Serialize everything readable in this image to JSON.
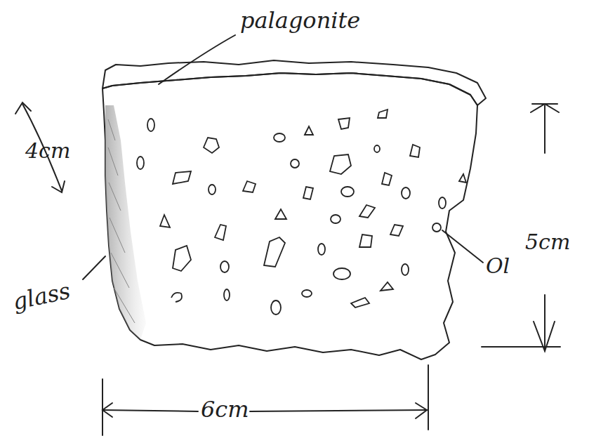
{
  "diagram": {
    "labels": [
      "palagonite",
      "4cm",
      "glass",
      "Ol",
      "5cm",
      "6cm"
    ]
  }
}
